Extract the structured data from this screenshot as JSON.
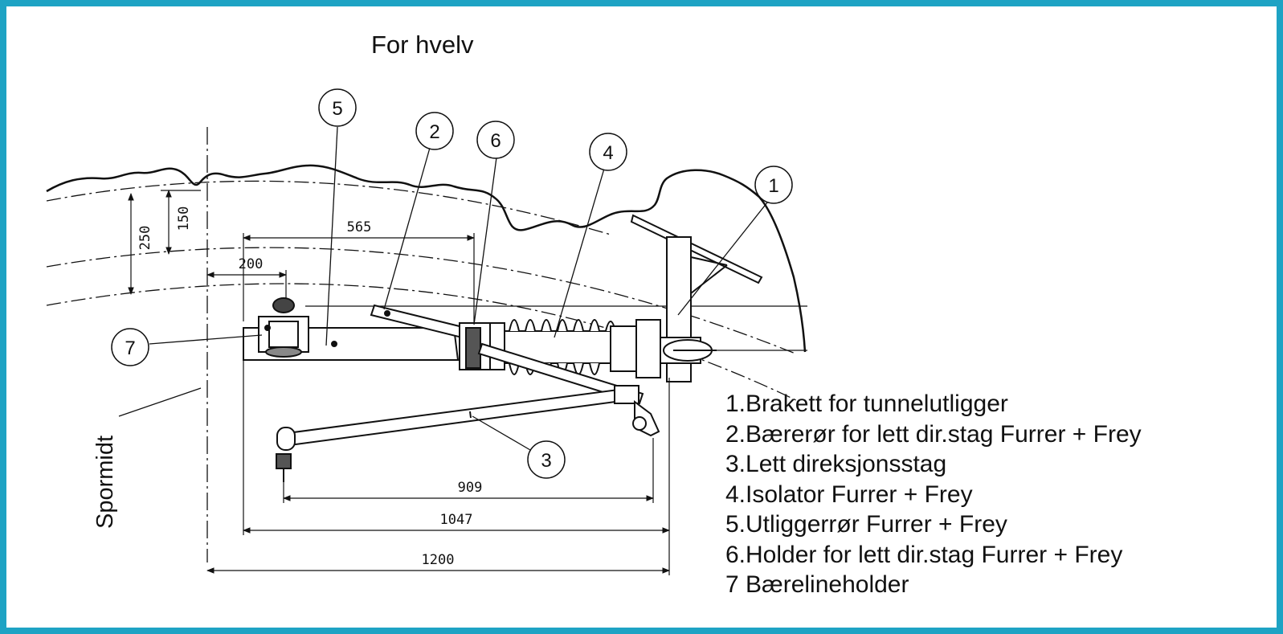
{
  "title": "For hvelv",
  "track_center_label": "Spormidt",
  "dimensions": {
    "d150": "150",
    "d250": "250",
    "d200": "200",
    "d565": "565",
    "d909": "909",
    "d1047": "1047",
    "d1200": "1200"
  },
  "callouts": {
    "c1": "1",
    "c2": "2",
    "c3": "3",
    "c4": "4",
    "c5": "5",
    "c6": "6",
    "c7": "7"
  },
  "legend": [
    "1.Brakett for tunnelutligger",
    "2.Bærerør for lett dir.stag Furrer + Frey",
    "3.Lett direksjonsstag",
    "4.Isolator Furrer + Frey",
    "5.Utliggerrør Furrer + Frey",
    "6.Holder for lett dir.stag Furrer + Frey",
    "7 Bærelineholder"
  ],
  "colors": {
    "frame": "#1ea3c4",
    "line": "#111111"
  }
}
